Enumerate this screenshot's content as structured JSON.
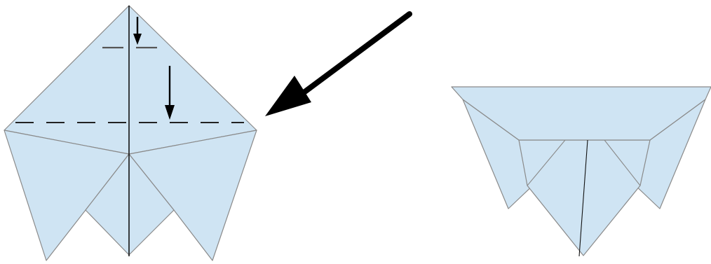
{
  "diagram": {
    "steps": [
      {
        "id": "before-fold",
        "marks": [
          "valley-fold-line-top",
          "valley-fold-line-middle",
          "fold-down-arrow-top",
          "fold-down-arrow-middle"
        ]
      },
      {
        "id": "after-fold"
      }
    ],
    "transition": "arrow-pointing-left",
    "colors": {
      "paper": "#cfe4f3",
      "outline": "#8a8a8a",
      "lines": "#111111"
    }
  }
}
